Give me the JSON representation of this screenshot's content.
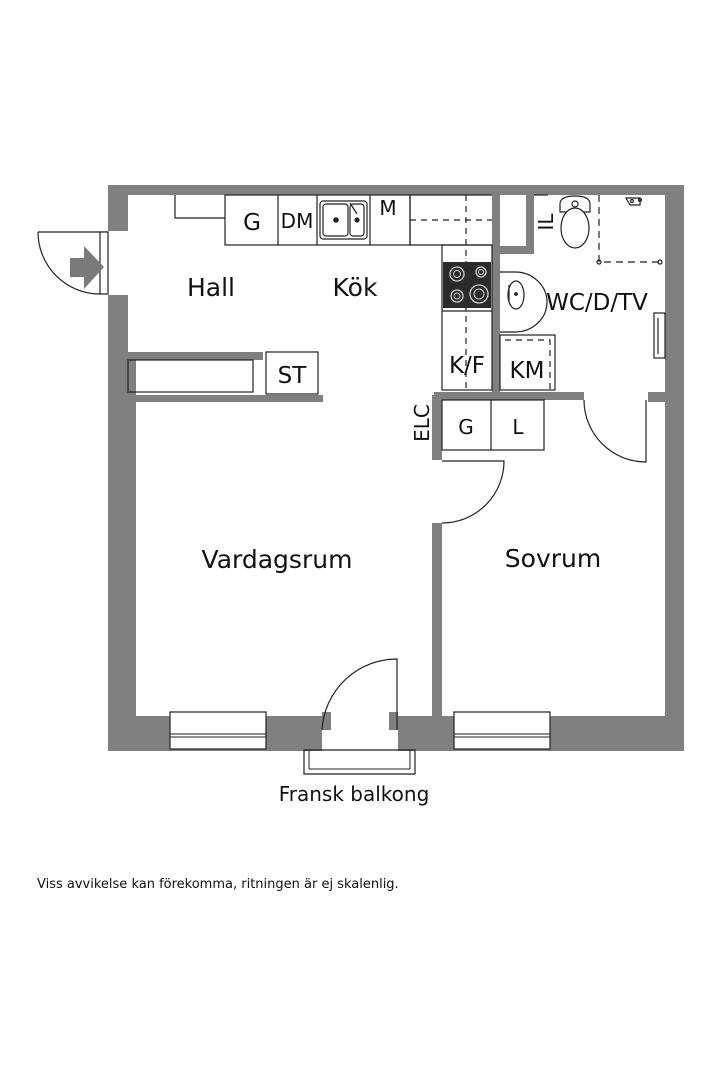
{
  "rooms": {
    "hall": "Hall",
    "kok": "Kök",
    "vardagsrum": "Vardagsrum",
    "sovrum": "Sovrum",
    "wc": "WC/D/TV"
  },
  "fixtures": {
    "g_kitchen": "G",
    "dm": "DM",
    "m": "M",
    "il": "IL",
    "st": "ST",
    "kf": "K/F",
    "km": "KM",
    "elc": "ELC",
    "g_closet": "G",
    "l": "L"
  },
  "balcony_label": "Fransk balkong",
  "disclaimer": "Viss avvikelse kan förekomma, ritningen är ej skalenlig.",
  "colors": {
    "wall": "#808080",
    "line": "#222222",
    "stove": "#2b2b2b"
  },
  "icons": {
    "entrance": "entrance-arrow-icon"
  }
}
